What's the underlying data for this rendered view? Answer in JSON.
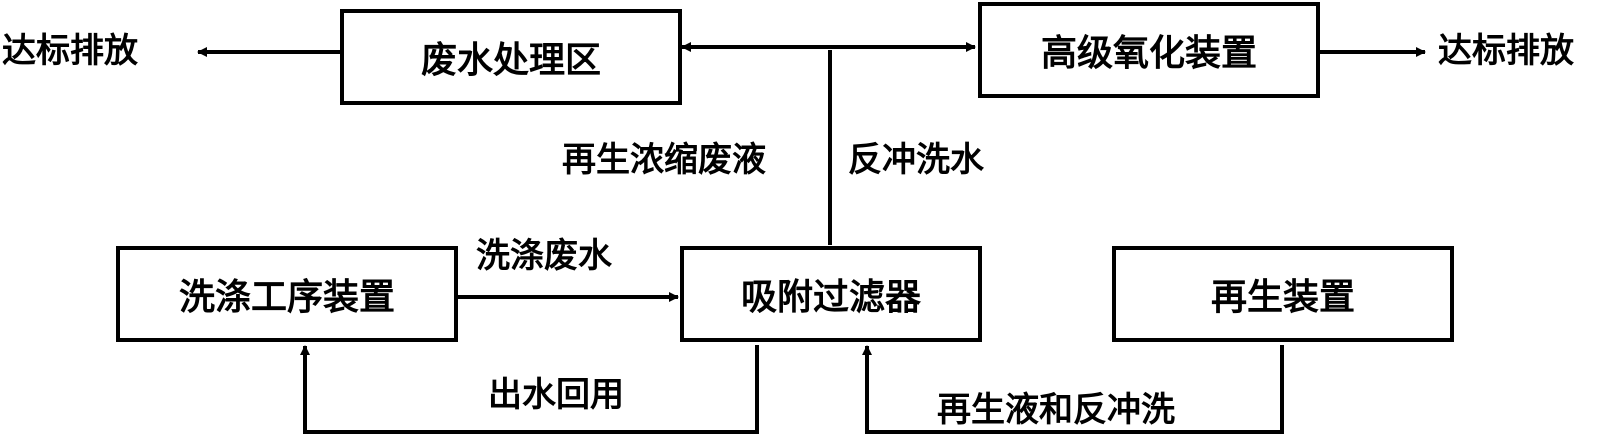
{
  "boxes": {
    "wastewater_treatment": "废水处理区",
    "advanced_oxidation": "高级氧化装置",
    "washing_process": "洗涤工序装置",
    "adsorption_filter": "吸附过滤器",
    "regeneration_unit": "再生装置"
  },
  "labels": {
    "discharge_left": "达标排放",
    "discharge_right": "达标排放",
    "regen_concentrate": "再生浓缩废液",
    "backwash_water": "反冲洗水",
    "washing_wastewater": "洗涤废水",
    "effluent_reuse": "出水回用",
    "regen_and_backwash": "再生液和反冲洗"
  },
  "colors": {
    "line": "#000000",
    "background": "#ffffff"
  }
}
